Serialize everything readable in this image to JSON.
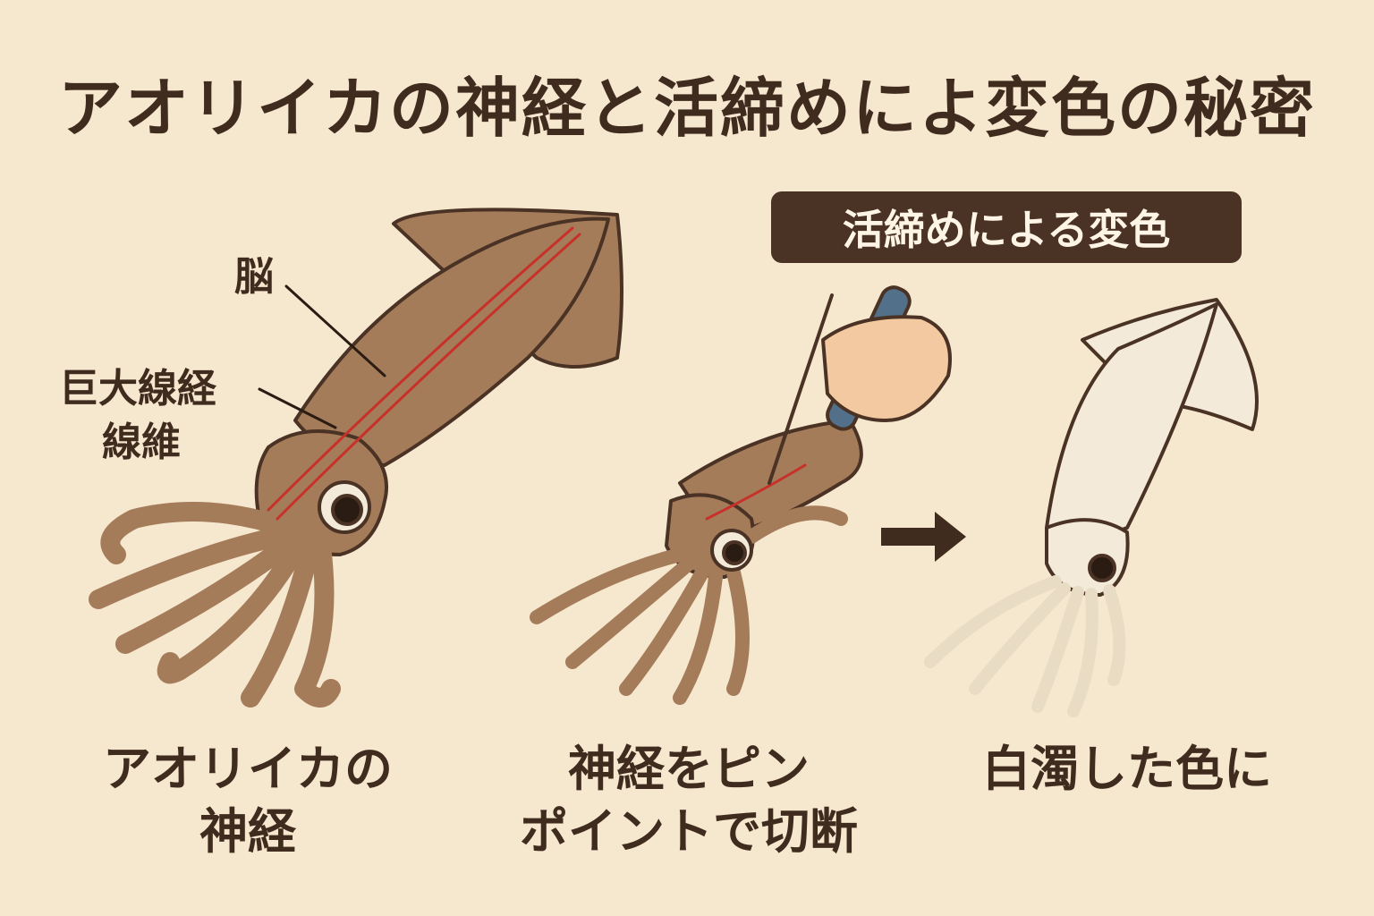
{
  "title": "アオリイカの神経と活締めによ変色の秘密",
  "banner": "活締めによる変色",
  "labels": {
    "brain": "脳",
    "giant_fiber_1": "巨大線経",
    "giant_fiber_2": "線維"
  },
  "captions": {
    "left_1": "アオリイカの",
    "left_2": "神経",
    "middle_1": "神経をピン",
    "middle_2": "ポイントで切断",
    "right_1": "白濁した色に"
  },
  "colors": {
    "background": "#f6e7cf",
    "text": "#3f2c1e",
    "squid": "#a57c5a",
    "white_squid": "#f3ead9",
    "nerve": "#c8302a",
    "pin": "#52708a"
  },
  "icons": [
    "squid-illustration",
    "hand-with-pin",
    "arrow-right-icon",
    "white-squid-illustration"
  ]
}
